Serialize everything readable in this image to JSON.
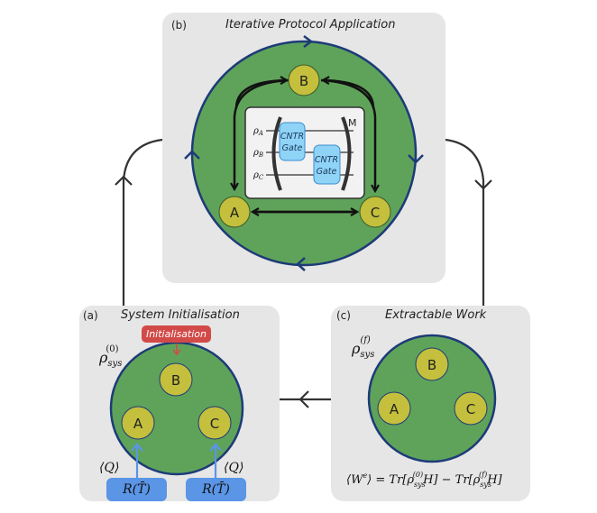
{
  "panels": {
    "b": {
      "letter": "(b)",
      "title": "Iterative Protocol Application",
      "nodes": [
        "A",
        "B",
        "C"
      ],
      "circuit": {
        "inputs": [
          "ρ_A",
          "ρ_B",
          "ρ_C"
        ],
        "gates": [
          "CNTR Gate",
          "CNTR Gate"
        ],
        "gate_line1": "CNTR",
        "gate_line2": "Gate",
        "repeat_label": "M"
      }
    },
    "a": {
      "letter": "(a)",
      "title": "System Initialisation",
      "state_label": "ρ_sys^(0)",
      "init_button": "Initialisation",
      "nodes": [
        "A",
        "B",
        "C"
      ],
      "heat_label": "⟨Q⟩",
      "reservoir_label": "R(T̄)"
    },
    "c": {
      "letter": "(c)",
      "title": "Extractable Work",
      "state_label": "ρ_sys^(f)",
      "nodes": [
        "A",
        "B",
        "C"
      ],
      "equation": "⟨W^e⟩ = Tr[ρ_sys^(0) H] − Tr[ρ_sys^(f) H]"
    }
  },
  "colors": {
    "panel_bg": "#e6e6e6",
    "circle_fill": "#5fa35a",
    "circle_stroke": "#1d3b78",
    "node_fill": "#c4bf3c",
    "gate_fill": "#8fd3f7",
    "init_red": "#d24a48",
    "reservoir_blue": "#5a95e6"
  }
}
